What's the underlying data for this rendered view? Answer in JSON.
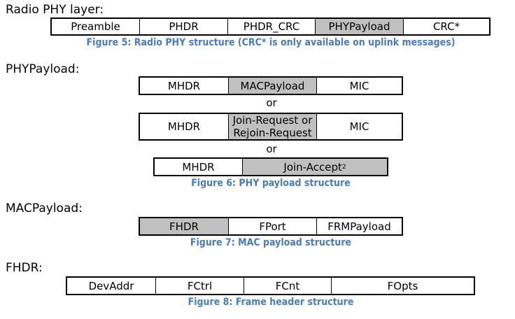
{
  "sections": [
    {
      "id": "radio-phy",
      "label": "Radio PHY layer:",
      "rows": [
        {
          "cells": [
            {
              "text": "Preamble",
              "shaded": false
            },
            {
              "text": "PHDR",
              "shaded": false
            },
            {
              "text": "PHDR_CRC",
              "shaded": false
            },
            {
              "text": "PHYPayload",
              "shaded": true
            },
            {
              "text": "CRC*",
              "shaded": false
            }
          ]
        }
      ],
      "caption": "Figure 5: Radio PHY structure (CRC* is only available on uplink messages)"
    },
    {
      "id": "phy-payload",
      "label": "PHYPayload:",
      "rows": [
        {
          "cells": [
            {
              "text": "MHDR",
              "shaded": false
            },
            {
              "text": "MACPayload",
              "shaded": true
            },
            {
              "text": "MIC",
              "shaded": false
            }
          ]
        },
        {
          "cells": [
            {
              "text": "MHDR",
              "shaded": false
            },
            {
              "text": "Join-Request or\nRejoin-Request",
              "shaded": true
            },
            {
              "text": "MIC",
              "shaded": false
            }
          ]
        },
        {
          "cells": [
            {
              "text": "MHDR",
              "shaded": false
            },
            {
              "text": "Join-Accept",
              "sup": "2",
              "shaded": true
            }
          ]
        }
      ],
      "separators": [
        "or",
        "or"
      ],
      "caption": "Figure 6: PHY payload structure"
    },
    {
      "id": "mac-payload",
      "label": "MACPayload:",
      "rows": [
        {
          "cells": [
            {
              "text": "FHDR",
              "shaded": true
            },
            {
              "text": "FPort",
              "shaded": false
            },
            {
              "text": "FRMPayload",
              "shaded": false
            }
          ]
        }
      ],
      "caption": "Figure 7: MAC payload structure"
    },
    {
      "id": "fhdr",
      "label": "FHDR:",
      "rows": [
        {
          "cells": [
            {
              "text": "DevAddr",
              "shaded": false
            },
            {
              "text": "FCtrl",
              "shaded": false
            },
            {
              "text": "FCnt",
              "shaded": false
            },
            {
              "text": "FOpts",
              "shaded": false
            }
          ]
        }
      ],
      "caption": "Figure 8: Frame header structure"
    }
  ]
}
